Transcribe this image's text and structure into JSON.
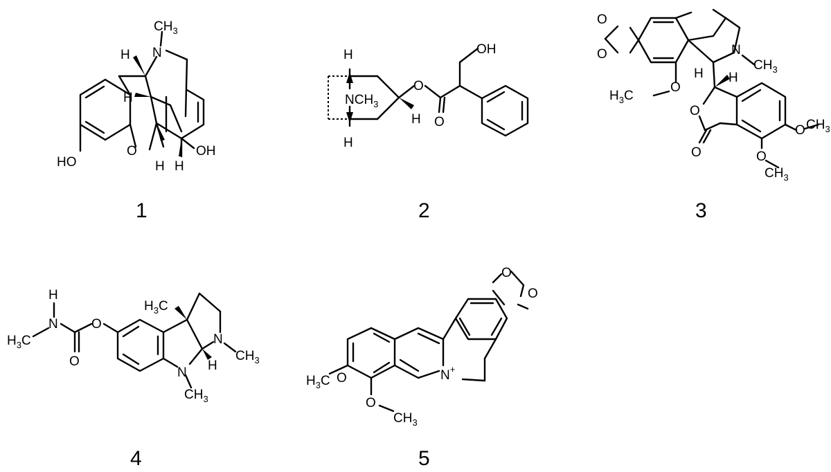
{
  "structures": [
    {
      "number": "1",
      "atoms": {
        "ch3": "CH",
        "ch3_sub": "3",
        "n": "N",
        "h_top": "H",
        "h_mid": "H",
        "ho": "HO",
        "o": "O",
        "h_b1": "H",
        "h_b2": "H",
        "oh": "OH"
      }
    },
    {
      "number": "2",
      "atoms": {
        "h_top": "H",
        "nch3": "NCH",
        "nch3_sub": "3",
        "h_bot": "H",
        "o_ester": "O",
        "h_right": "H",
        "o_carbonyl": "O",
        "oh": "OH"
      }
    },
    {
      "number": "3",
      "atoms": {
        "o1": "O",
        "o2": "O",
        "n": "N",
        "ch3": "CH",
        "ch3_sub": "3",
        "h1": "H",
        "h2": "H",
        "h3co_h": "H",
        "h3co_sub": "3",
        "h3co_c": "C",
        "o_methoxy": "O",
        "o_lactone": "O",
        "o_carbonyl": "O",
        "o_me1": "O",
        "ch3_b": "CH",
        "ch3_b_sub": "3",
        "o_me2": "O",
        "ch3_c": "CH",
        "ch3_c_sub": "3"
      }
    },
    {
      "number": "4",
      "atoms": {
        "h": "H",
        "n_carb": "N",
        "h3c_h": "H",
        "h3c_sub": "3",
        "h3c_c": "C",
        "o_ester": "O",
        "o_carbonyl": "O",
        "h3c_top_h": "H",
        "h3c_top_sub": "3",
        "h3c_top_c": "C",
        "n1": "N",
        "ch3_1": "CH",
        "ch3_1_sub": "3",
        "h_ring": "H",
        "n2": "N",
        "ch3_2": "CH",
        "ch3_2_sub": "3"
      }
    },
    {
      "number": "5",
      "atoms": {
        "o1": "O",
        "o2": "O",
        "h3c_h": "H",
        "h3c_sub": "3",
        "h3c_c": "C",
        "o_me1": "O",
        "n": "N",
        "plus": "+",
        "o_me2": "O",
        "ch3": "CH",
        "ch3_sub": "3"
      }
    }
  ]
}
